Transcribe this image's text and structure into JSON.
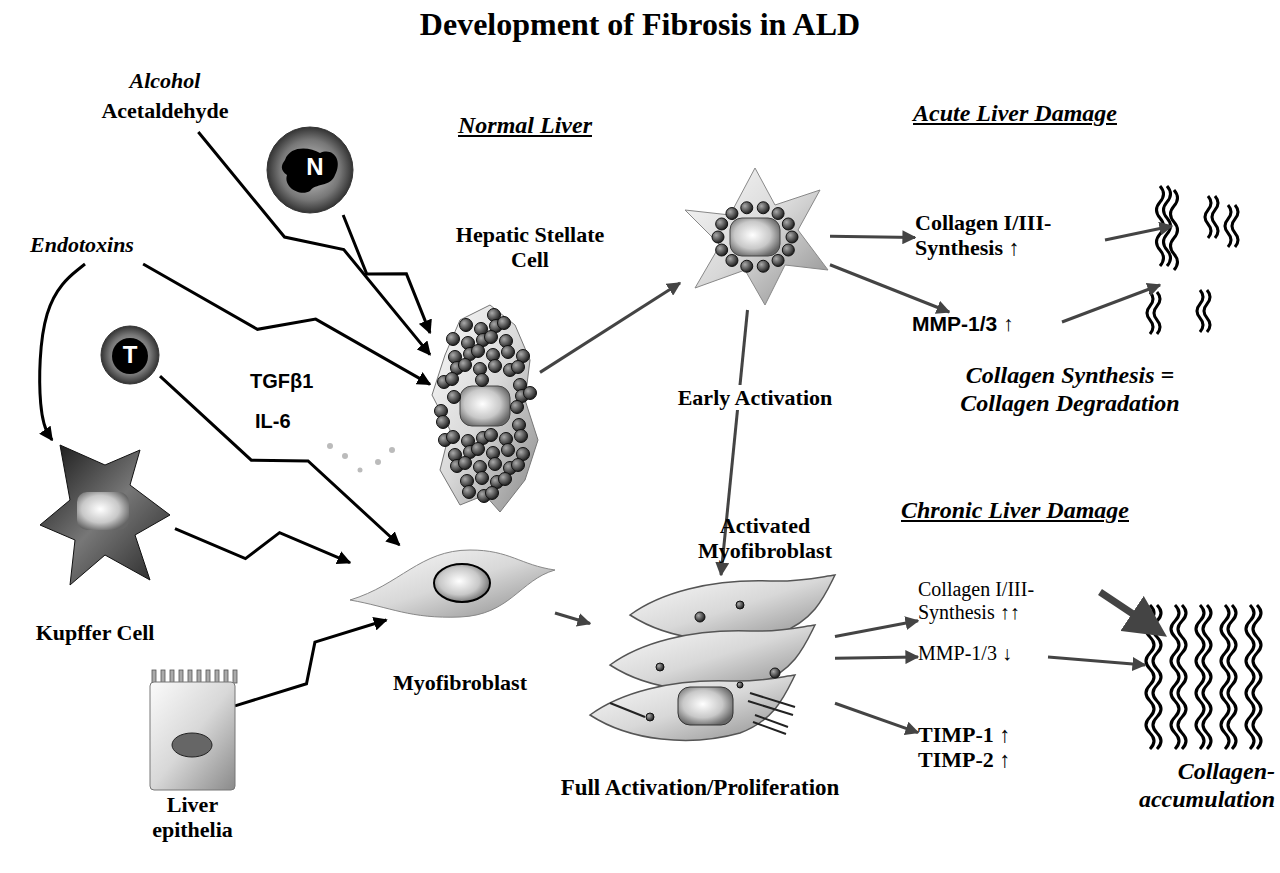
{
  "diagram": {
    "title": "Development of Fibrosis in ALD",
    "nodes": [
      {
        "text": [
          "Alcohol",
          "Acetaldehyde"
        ]
      },
      {
        "text": [
          "N"
        ]
      },
      {
        "text": [
          "Endotoxins"
        ]
      },
      {
        "text": [
          "T"
        ]
      },
      {
        "text": [
          "Hepatic Stellate Cell"
        ]
      },
      {
        "text": [
          "Kupffer Cell"
        ]
      },
      {
        "text": [
          "Myofibroblast"
        ]
      },
      {
        "text": [
          "Liver epithelia"
        ]
      },
      {
        "text": [
          "Early Activation"
        ]
      },
      {
        "text": [
          "Activated Myofibroblast"
        ]
      },
      {
        "text": [
          "Collagen I/III- Synthesis ↑"
        ]
      },
      {
        "text": [
          "MMP-1/3 ↑"
        ]
      },
      {
        "text": [
          "Collagen I/III- Synthesis ↑↑"
        ]
      },
      {
        "text": [
          "MMP-1/3 ↓"
        ]
      },
      {
        "text": [
          "TIMP-1 ↑ TIMP-2 ↑"
        ]
      }
    ],
    "edges": [
      {
        "from": 0,
        "to": 4,
        "arrow": "to"
      },
      {
        "from": 1,
        "to": 4,
        "arrow": "to"
      },
      {
        "from": 2,
        "to": 4,
        "arrow": "to"
      },
      {
        "from": 2,
        "to": 5,
        "arrow": "to"
      },
      {
        "from": 3,
        "to": 6,
        "arrow": "to"
      },
      {
        "from": 5,
        "to": 6,
        "arrow": "to"
      },
      {
        "from": 7,
        "to": 6,
        "arrow": "to"
      },
      {
        "from": 4,
        "to": 8,
        "arrow": "to"
      },
      {
        "from": 8,
        "to": 9,
        "arrow": "to"
      },
      {
        "from": 6,
        "to": 9,
        "arrow": "to"
      },
      {
        "from": 8,
        "to": 10,
        "arrow": "to"
      },
      {
        "from": 8,
        "to": 11,
        "arrow": "to"
      },
      {
        "from": 9,
        "to": 12,
        "arrow": "to"
      },
      {
        "from": 9,
        "to": 13,
        "arrow": "to"
      },
      {
        "from": 9,
        "to": 14,
        "arrow": "to"
      }
    ],
    "labels": [
      "Normal Liver",
      "TGFβ1",
      "IL-6",
      "Acute Liver Damage",
      "Collagen Synthesis = Collagen Degradation",
      "Chronic Liver Damage",
      "Full Activation/Proliferation",
      "Collagen-accumulation"
    ]
  }
}
